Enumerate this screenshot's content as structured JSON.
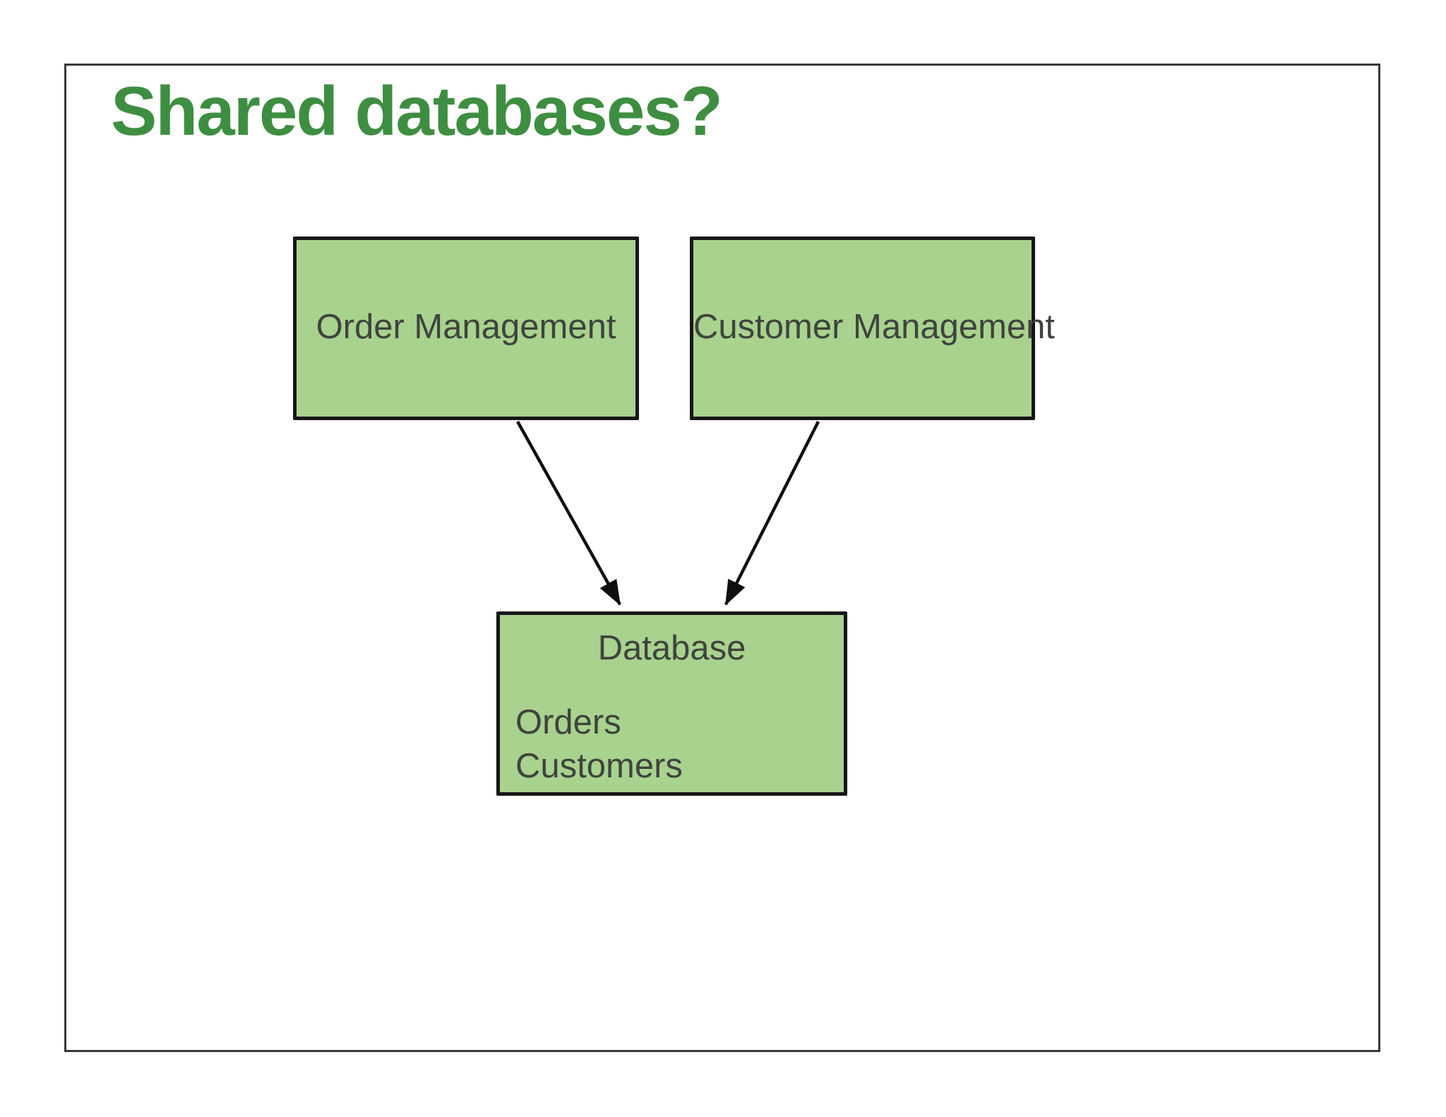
{
  "slide": {
    "title": "Shared databases?",
    "title_color": "#3e8e41",
    "background": "#ffffff",
    "border_color": "#383838"
  },
  "diagram": {
    "order_node": {
      "label": "Order Management"
    },
    "customer_node": {
      "label": "Customer Management"
    },
    "database_node": {
      "title": "Database",
      "items": [
        "Orders",
        "Customers"
      ]
    },
    "colors": {
      "node_fill": "#a9d28e",
      "node_border": "#161616",
      "node_text": "#3e443d",
      "arrow": "#0e0e0e"
    }
  }
}
